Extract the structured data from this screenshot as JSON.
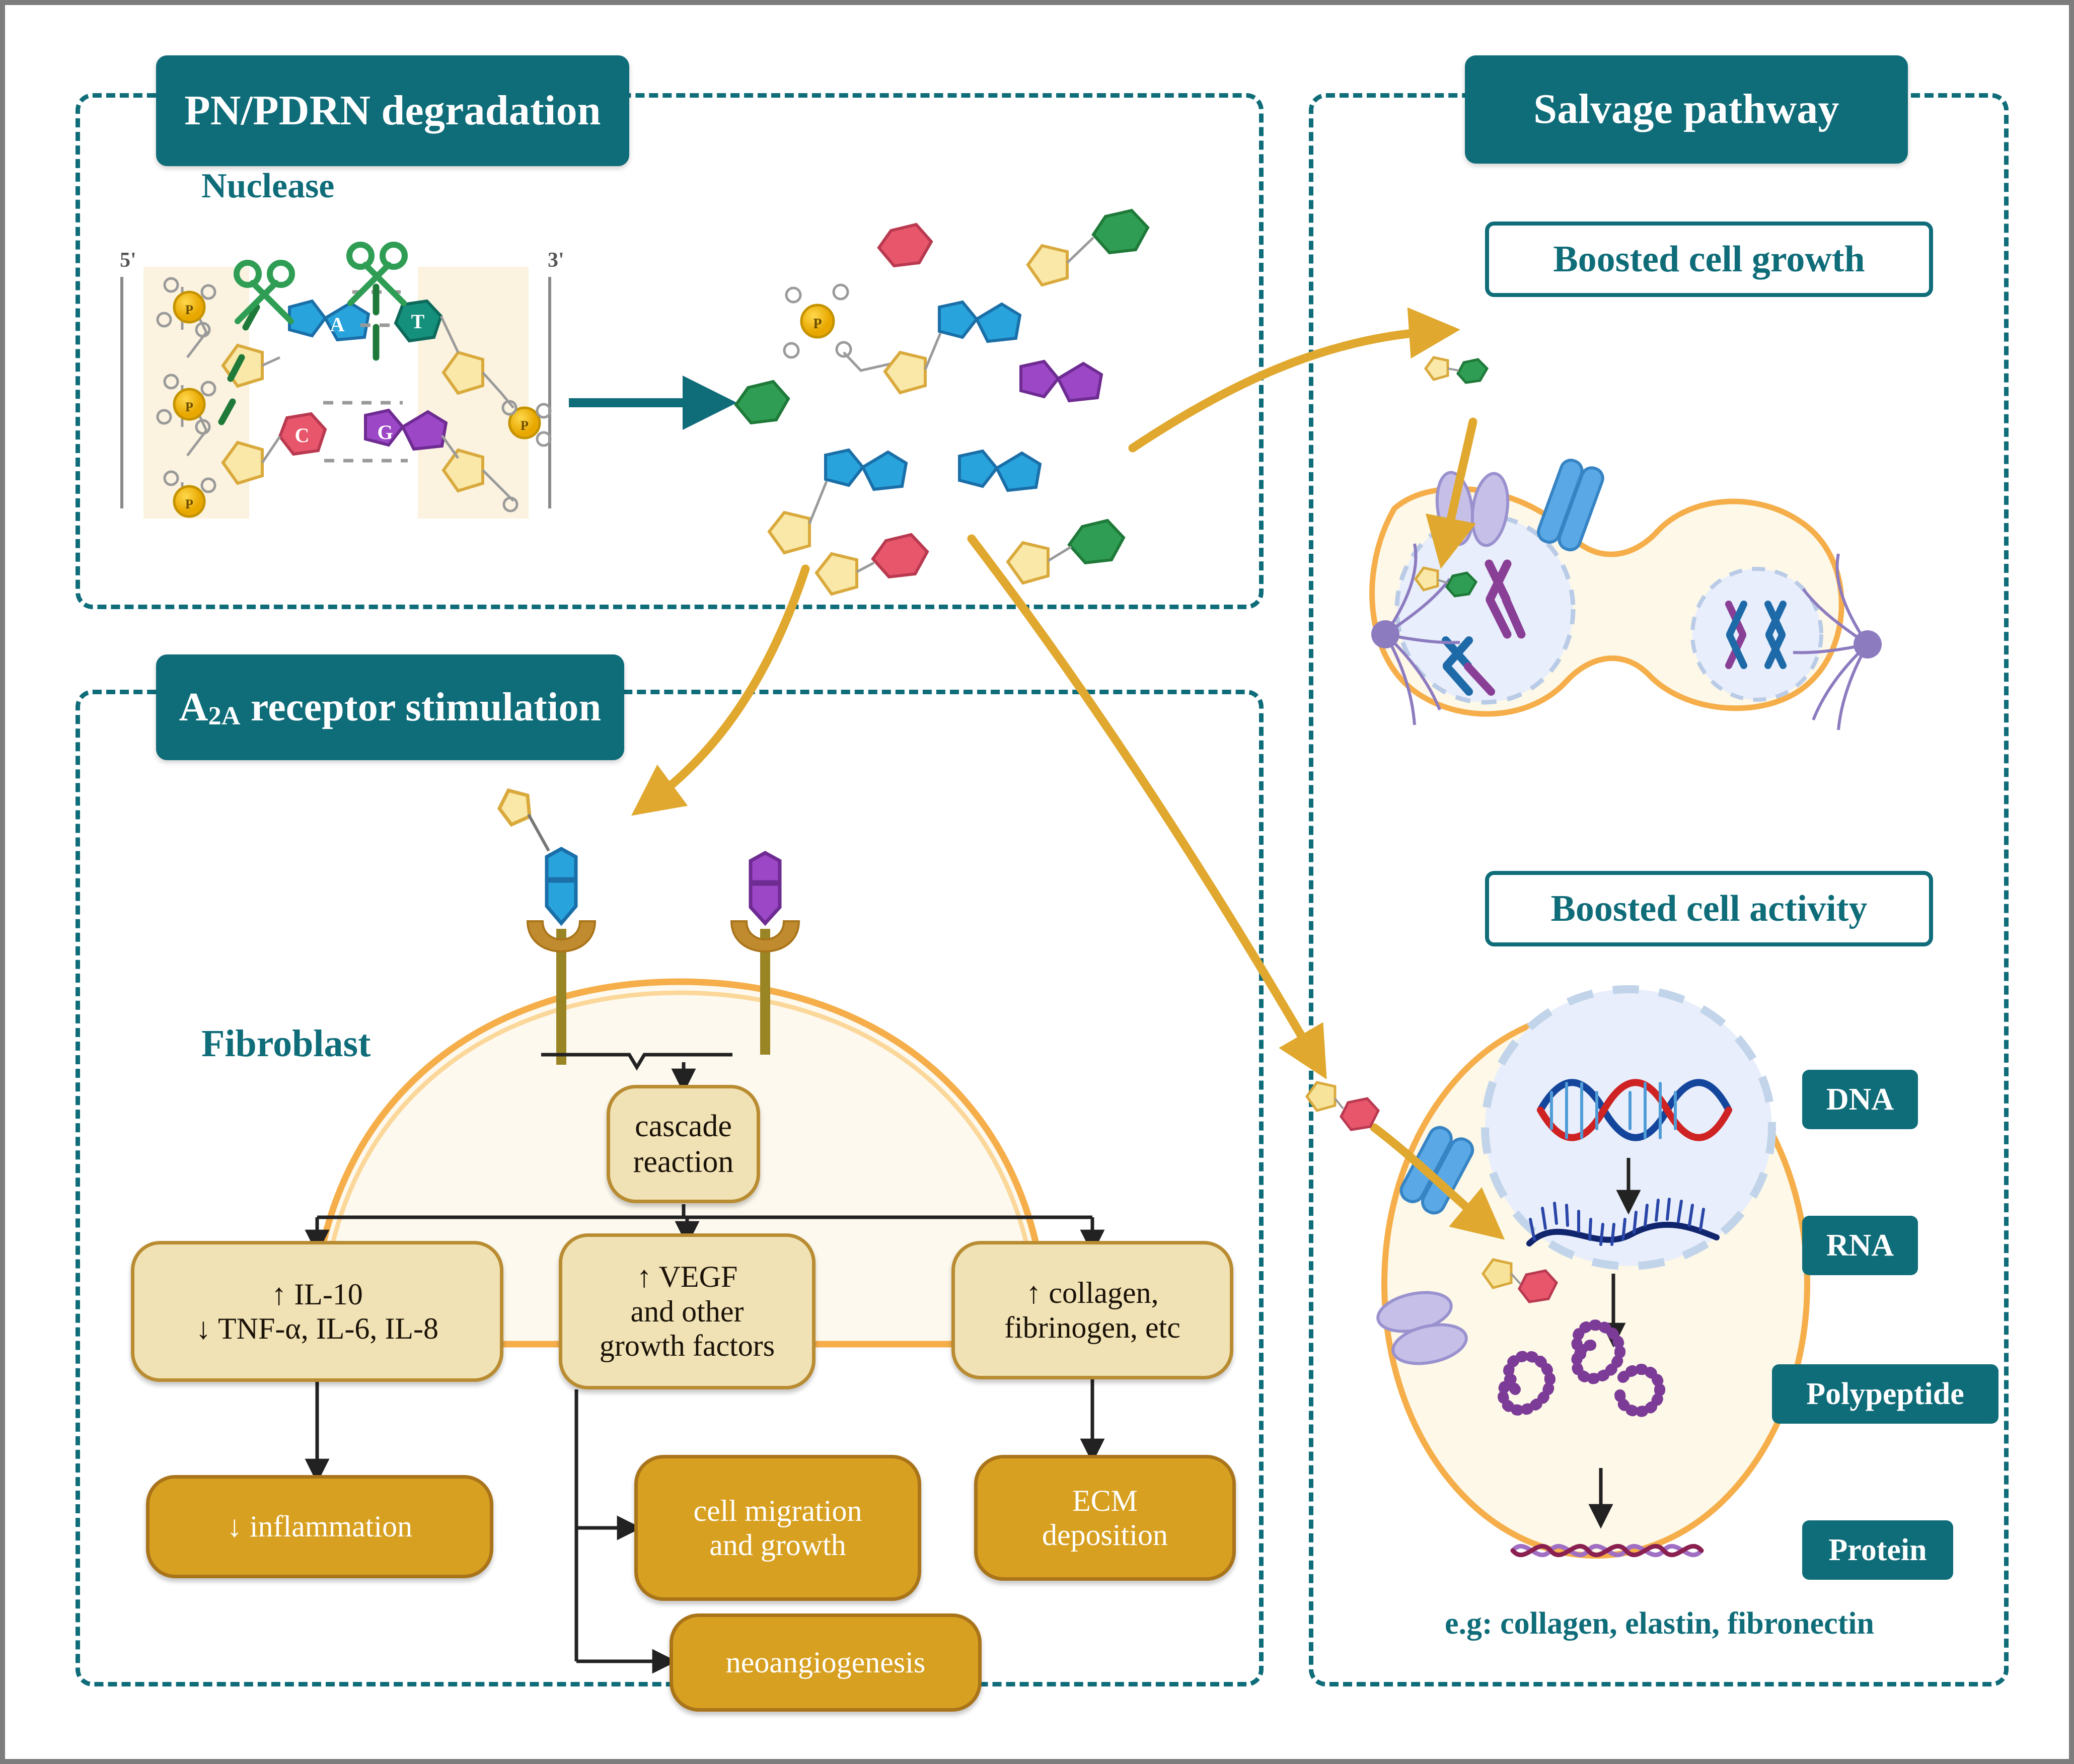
{
  "panels": {
    "degradation": {
      "title": "PN/PDRN degradation",
      "nuclease_label": "Nuclease"
    },
    "a2a": {
      "title_main": "receptor stimulation",
      "title_prefix": "A",
      "title_sub": "2A",
      "fibroblast_label": "Fibroblast"
    },
    "salvage": {
      "title": "Salvage pathway",
      "boosted_growth": "Boosted cell growth",
      "boosted_activity": "Boosted cell activity"
    }
  },
  "dna_diagram": {
    "end_left": "5'",
    "end_right": "3'",
    "phosphate_label": "P",
    "bases": [
      "A",
      "T",
      "C",
      "G"
    ],
    "base_colors": {
      "A": "#29a3dc",
      "T": "#14907d",
      "C": "#e8566c",
      "G": "#9c47c6"
    }
  },
  "a2a_flow": {
    "cascade": "cascade\nreaction",
    "cascade_line1": "cascade",
    "cascade_line2": "reaction",
    "cytokines_line1": "↑ IL-10",
    "cytokines_line2": "↓ TNF-α, IL-6, IL-8",
    "vegf_line1": "↑ VEGF",
    "vegf_line2": "and other",
    "vegf_line3": "growth factors",
    "collagen_line1": "↑ collagen,",
    "collagen_line2": "fibrinogen, etc",
    "inflammation": "↓ inflammation",
    "migration_line1": "cell migration",
    "migration_line2": "and growth",
    "ecm_line1": "ECM",
    "ecm_line2": "deposition",
    "neoangiogenesis": "neoangiogenesis"
  },
  "salvage_flow": {
    "dna": "DNA",
    "rna": "RNA",
    "polypeptide": "Polypeptide",
    "protein": "Protein",
    "examples": "e.g: collagen, elastin, fibronectin"
  },
  "colors": {
    "teal": "#0f6c79",
    "gold_arrow": "#e0a82e",
    "cream_box": "#f0e2b4",
    "orange_box": "#d8a021",
    "membrane": "#f5ae49",
    "frame": "#7d7d7d"
  }
}
